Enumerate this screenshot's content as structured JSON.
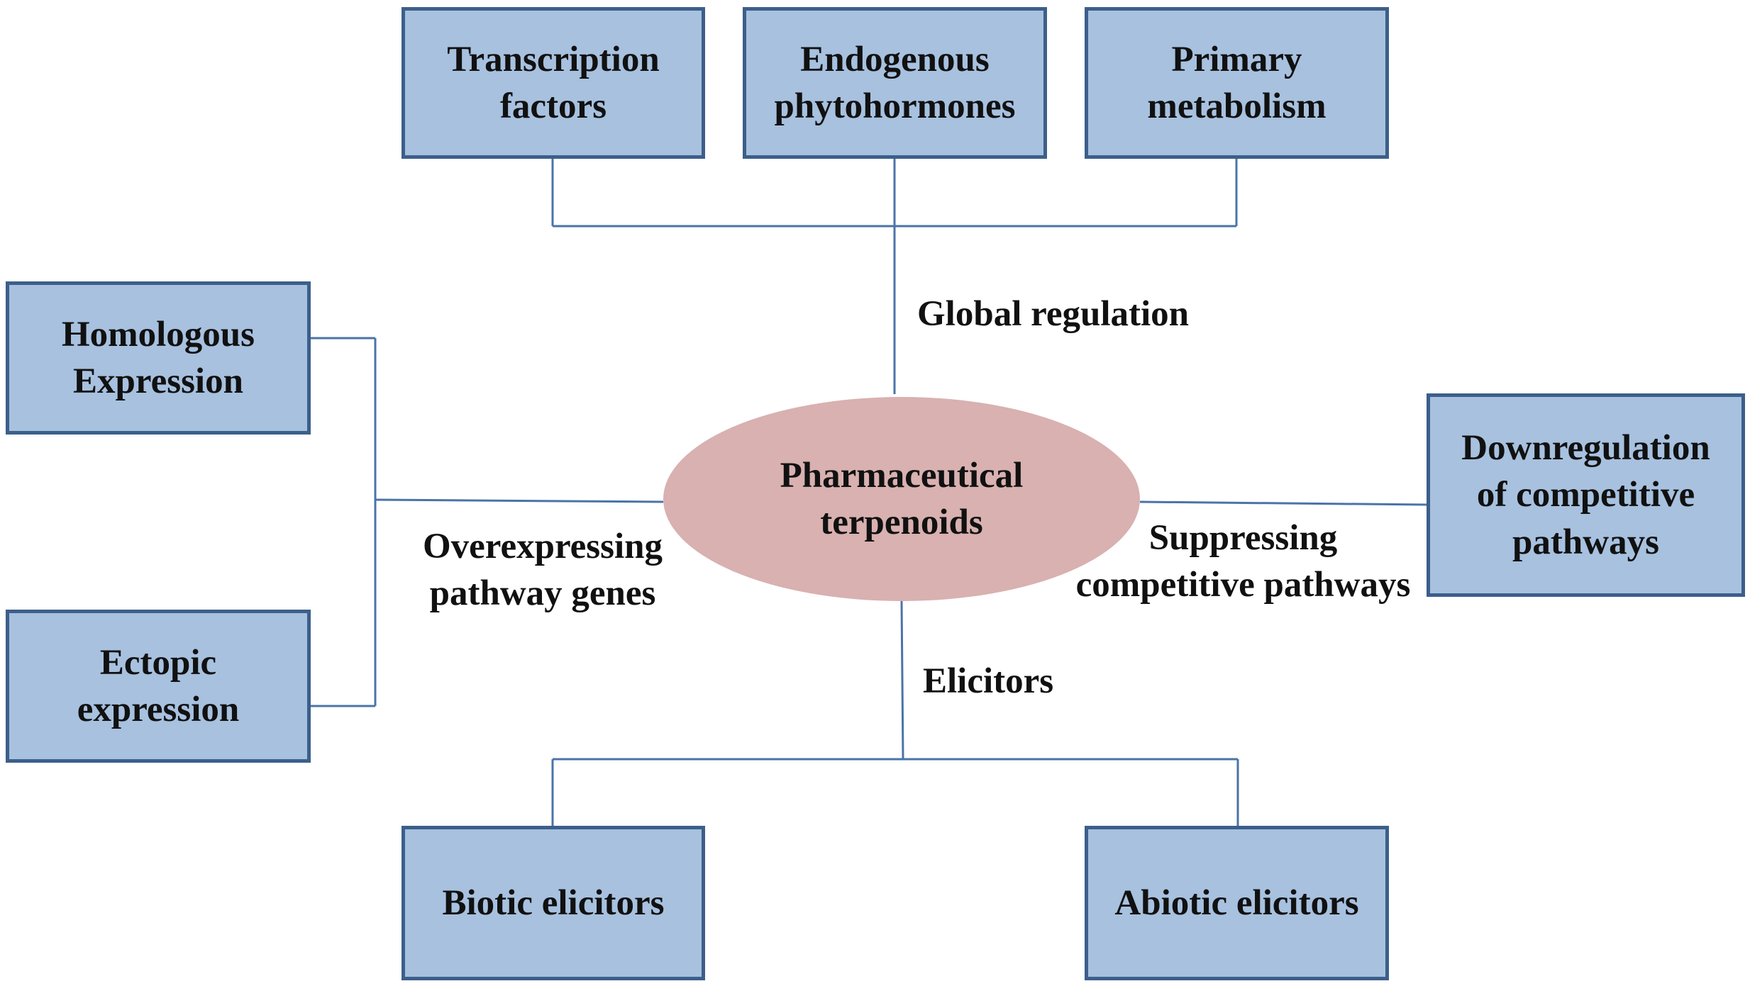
{
  "center": {
    "text": "Pharmaceutical\nterpenoids"
  },
  "boxes": {
    "transcription_factors": "Transcription\nfactors",
    "endogenous_phytohormones": "Endogenous\nphytohormones",
    "primary_metabolism": "Primary\nmetabolism",
    "homologous_expression": "Homologous\nExpression",
    "ectopic_expression": "Ectopic\nexpression",
    "downregulation": "Downregulation\nof competitive\npathways",
    "biotic_elicitors": "Biotic elicitors",
    "abiotic_elicitors": "Abiotic elicitors"
  },
  "labels": {
    "global_regulation": "Global regulation",
    "overexpressing": "Overexpressing\npathway genes",
    "suppressing": "Suppressing\ncompetitive pathways",
    "elicitors": "Elicitors"
  },
  "colors": {
    "box_fill": "#a7c1df",
    "box_border": "#3c5f8a",
    "ellipse_fill": "#d8b1b0",
    "connector": "#4a74a8"
  }
}
